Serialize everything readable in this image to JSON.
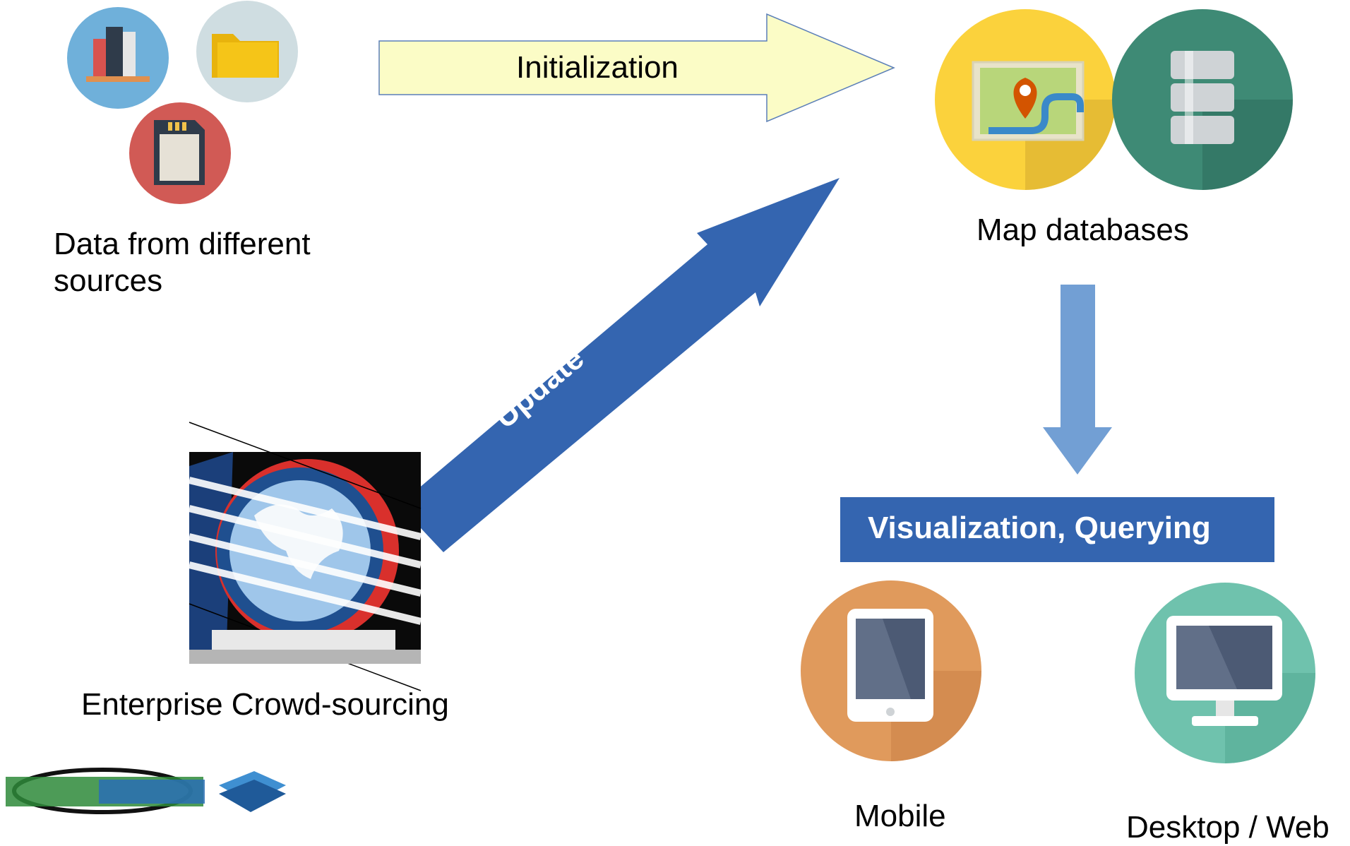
{
  "arrows": {
    "initialization_label": "Initialization",
    "update_label": "Update"
  },
  "nodes": {
    "sources_label_line1": "Data from different",
    "sources_label_line2": "sources",
    "map_db_label": "Map databases",
    "crowd_label": "Enterprise Crowd-sourcing",
    "visualization_label": "Visualization, Querying",
    "mobile_label": "Mobile",
    "desktop_label": "Desktop / Web"
  },
  "colors": {
    "init_arrow_fill": "#fbfcc6",
    "update_arrow_fill": "#3465b0",
    "down_arrow_fill": "#729fd4",
    "vis_box_fill": "#3465b0",
    "books_circle": "#6fb0da",
    "folder_circle": "#cfdde1",
    "sdcard_circle": "#d15a55",
    "map_circle": "#fbd23c",
    "server_circle": "#3e8a75",
    "mobile_circle": "#e09a5c",
    "desktop_circle": "#6fc2ad"
  },
  "icons": [
    "books-icon",
    "folder-icon",
    "sd-card-icon",
    "map-icon",
    "server-icon",
    "globe-icon",
    "tablet-icon",
    "monitor-icon",
    "logo-icon"
  ]
}
